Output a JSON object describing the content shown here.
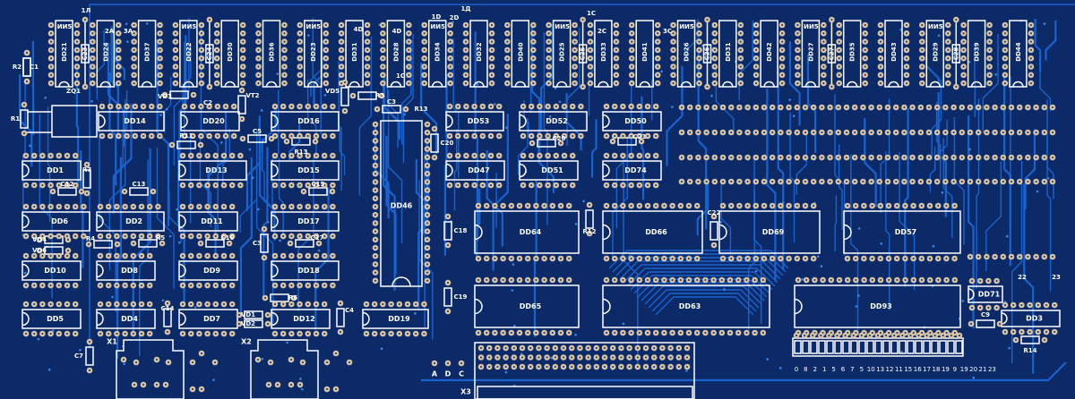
{
  "board": {
    "colors": {
      "background": "#0b2a67",
      "trace": "#1a63cf",
      "pad": "#d8c3a4",
      "silkscreen": "#ffffff"
    }
  },
  "top_row": {
    "chips": [
      "DD21",
      "DD24",
      "DD37",
      "DD22",
      "DD30",
      "DD36",
      "DD23",
      "DD31",
      "DD28",
      "DD34",
      "DD32",
      "DD40",
      "DD25",
      "DD33",
      "DD41",
      "DD26",
      "DD31",
      "DD42",
      "DD27",
      "DD35",
      "DD43",
      "DD29",
      "DD39",
      "DD44"
    ],
    "type_label": "ИИ5",
    "capacitors": [
      "C23",
      "C24",
      "C25",
      "C26",
      "C27",
      "C28"
    ],
    "pin_labels": [
      "1Л",
      "2А",
      "3А",
      "1C",
      "2C",
      "3C",
      "4D",
      "1D",
      "2D",
      "1Д",
      "4D",
      "1C"
    ]
  },
  "chips": [
    "DD14",
    "DD20",
    "DD16",
    "DD53",
    "DD52",
    "DD50",
    "DD1",
    "DD13",
    "DD15",
    "DD47",
    "DD51",
    "DD74",
    "DD6",
    "DD2",
    "DD11",
    "DD17",
    "DD10",
    "DD8",
    "DD9",
    "DD18",
    "DD5",
    "DD4",
    "DD7",
    "DD12",
    "DD19",
    "DD64",
    "DD66",
    "DD69",
    "DD57",
    "DD65",
    "DD63",
    "DD93",
    "DD71",
    "DD3",
    "DD46"
  ],
  "components": [
    "R2",
    "C1",
    "R1",
    "ZQ1",
    "VD3",
    "C2",
    "VT2",
    "VD5",
    "R3",
    "C3",
    "R13",
    "C20",
    "C5",
    "R13",
    "R11",
    "R7",
    "C12",
    "C13",
    "C15",
    "VD4",
    "VD6",
    "R4",
    "R5",
    "C16",
    "C3",
    "C17",
    "C14",
    "R6",
    "VD1",
    "VD2",
    "C4",
    "C7",
    "C18",
    "C19",
    "C22",
    "R12",
    "C20",
    "C21",
    "C9",
    "R14"
  ],
  "connectors": [
    "X1",
    "X2",
    "X3"
  ],
  "signal_labels": [
    "А",
    "D",
    "C"
  ],
  "header_labels": [
    "22",
    "23"
  ],
  "switch_numbers": [
    "0",
    "8",
    "2",
    "1",
    "5",
    "6",
    "7",
    "5",
    "10",
    "13",
    "12",
    "11",
    "15",
    "16",
    "17",
    "18",
    "19",
    "9",
    "19",
    "20",
    "21",
    "23"
  ]
}
